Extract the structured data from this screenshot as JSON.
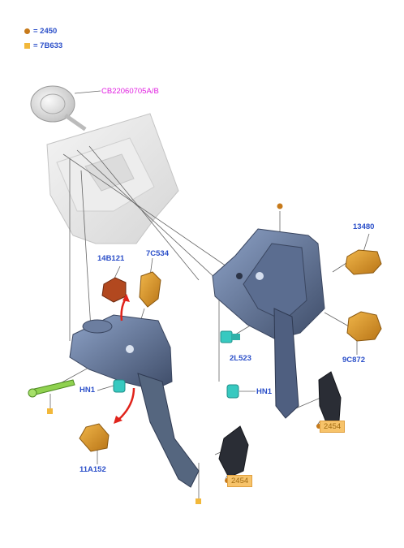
{
  "legend": [
    {
      "symbol": "circle",
      "color": "#c77a1a",
      "text": "= 2450"
    },
    {
      "symbol": "square",
      "color": "#f2b83a",
      "text": "= 7B633"
    }
  ],
  "callouts": {
    "booster": "CB22060705A/B",
    "switch_right": "13480",
    "sensor_right": "9C872",
    "bushing_right": "2L523",
    "clip_right": "HN1",
    "pad_right": "2454",
    "switch_left_a": "14B121",
    "switch_left_b": "7C534",
    "clip_left": "HN1",
    "sensor_left": "11A152",
    "pad_left": "2454"
  },
  "colors": {
    "label_blue": "#2b4fc9",
    "label_magenta": "#e020e0",
    "bracket": "#4a5a78",
    "bracket_light": "#7a8fb5",
    "sensor": "#d9962a",
    "switch_red": "#b2481f",
    "clip": "#37c9c0",
    "bolt": "#8fd14f",
    "pad": "#2a2d35",
    "firewall": "#e6e6e6"
  }
}
